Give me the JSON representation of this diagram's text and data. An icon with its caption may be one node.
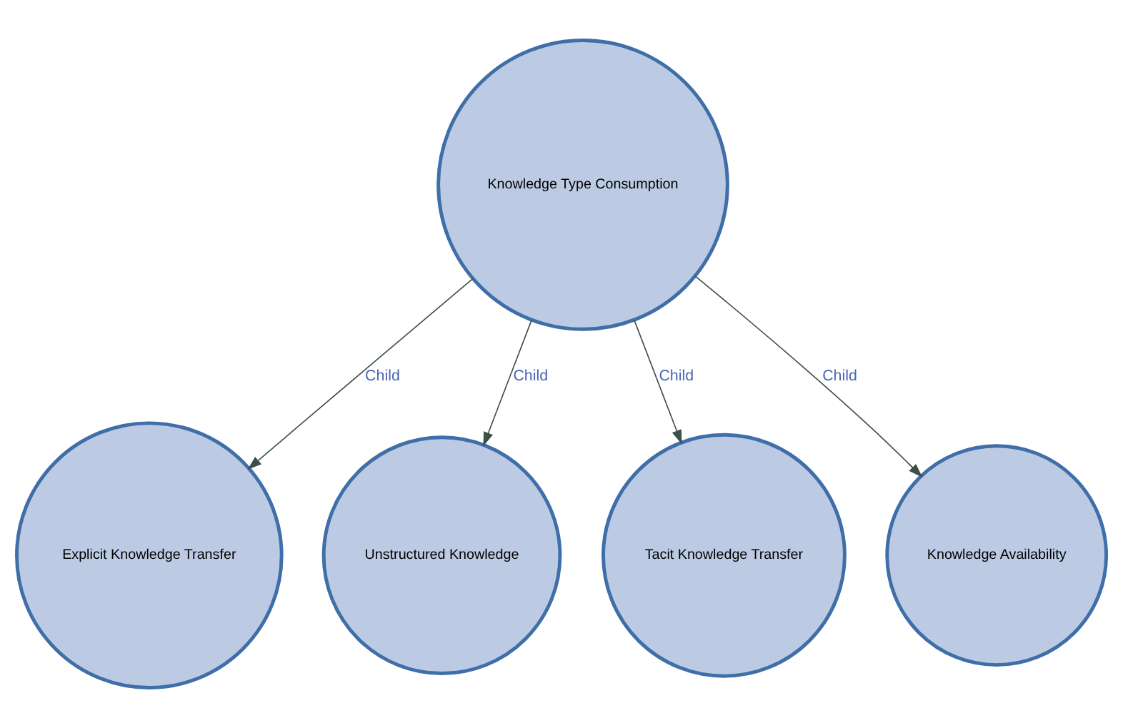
{
  "diagram": {
    "nodes": [
      {
        "text": [
          "Knowledge Type Consumption"
        ]
      },
      {
        "text": [
          "Explicit Knowledge Transfer"
        ]
      },
      {
        "text": [
          "Unstructured Knowledge"
        ]
      },
      {
        "text": [
          "Tacit Knowledge Transfer"
        ]
      },
      {
        "text": [
          "Knowledge Availability"
        ]
      }
    ],
    "edges": [
      {
        "from": 0,
        "to": 1,
        "arrow": "to",
        "label": "Child"
      },
      {
        "from": 0,
        "to": 2,
        "arrow": "to",
        "label": "Child"
      },
      {
        "from": 0,
        "to": 3,
        "arrow": "to",
        "label": "Child"
      },
      {
        "from": 0,
        "to": 4,
        "arrow": "to",
        "label": "Child"
      }
    ]
  }
}
